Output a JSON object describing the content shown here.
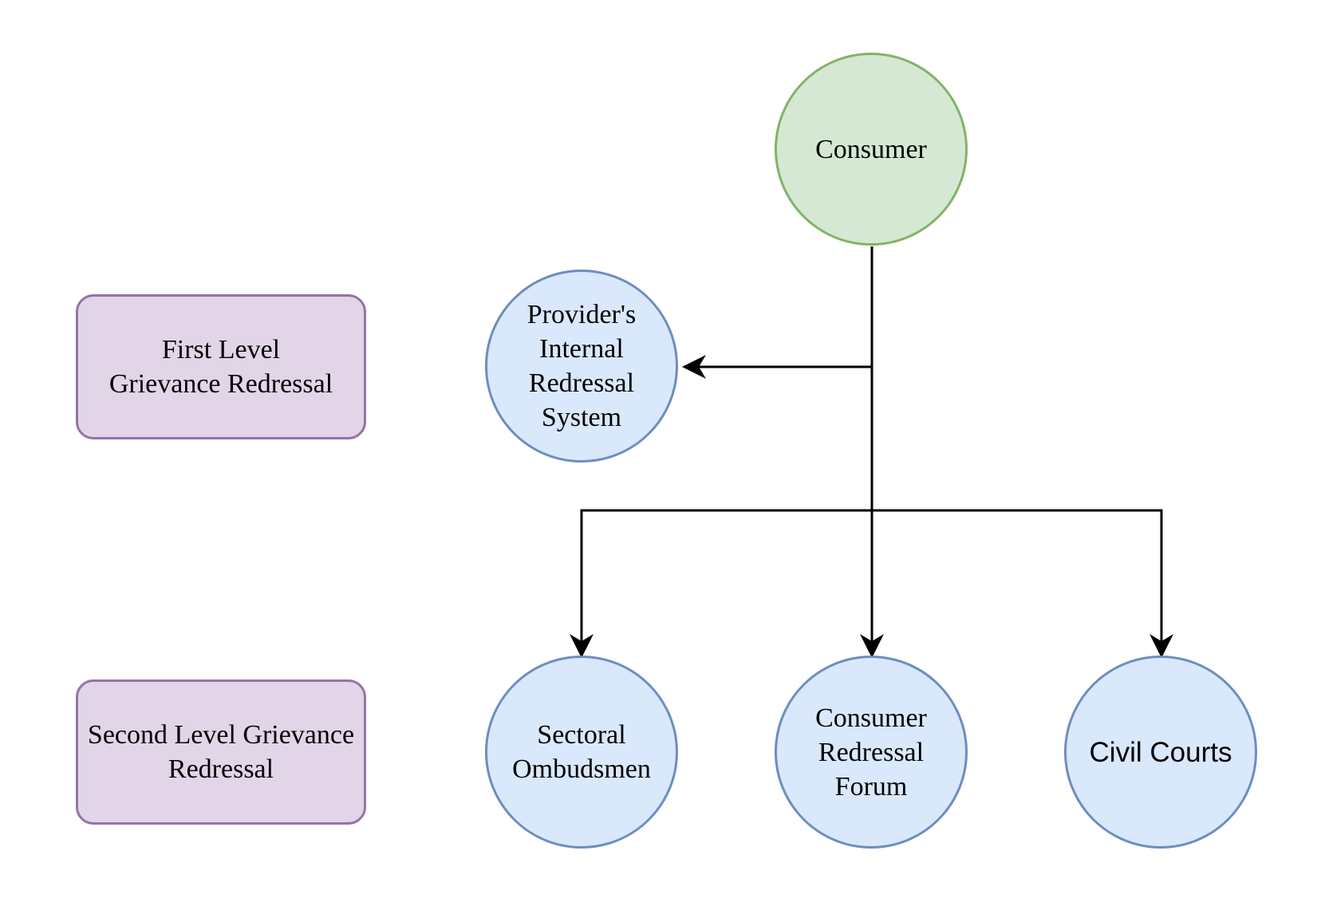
{
  "levels": {
    "first": "First Level\nGrievance Redressal",
    "second": "Second Level Grievance\nRedressal"
  },
  "nodes": {
    "consumer": "Consumer",
    "provider": "Provider's\nInternal\nRedressal\nSystem",
    "ombudsmen": "Sectoral\nOmbudsmen",
    "forum": "Consumer\nRedressal\nForum",
    "courts": "Civil Courts"
  },
  "colors": {
    "consumer_fill": "#d5e8d4",
    "consumer_stroke": "#82b366",
    "channel_fill": "#dae8fc",
    "channel_stroke": "#6c8ebf",
    "level_fill": "#e1d5e7",
    "level_stroke": "#9673a6",
    "edge": "#000000"
  },
  "edges": [
    {
      "from": "consumer",
      "to": "provider"
    },
    {
      "from": "consumer",
      "to": "ombudsmen"
    },
    {
      "from": "consumer",
      "to": "forum"
    },
    {
      "from": "consumer",
      "to": "courts"
    }
  ]
}
